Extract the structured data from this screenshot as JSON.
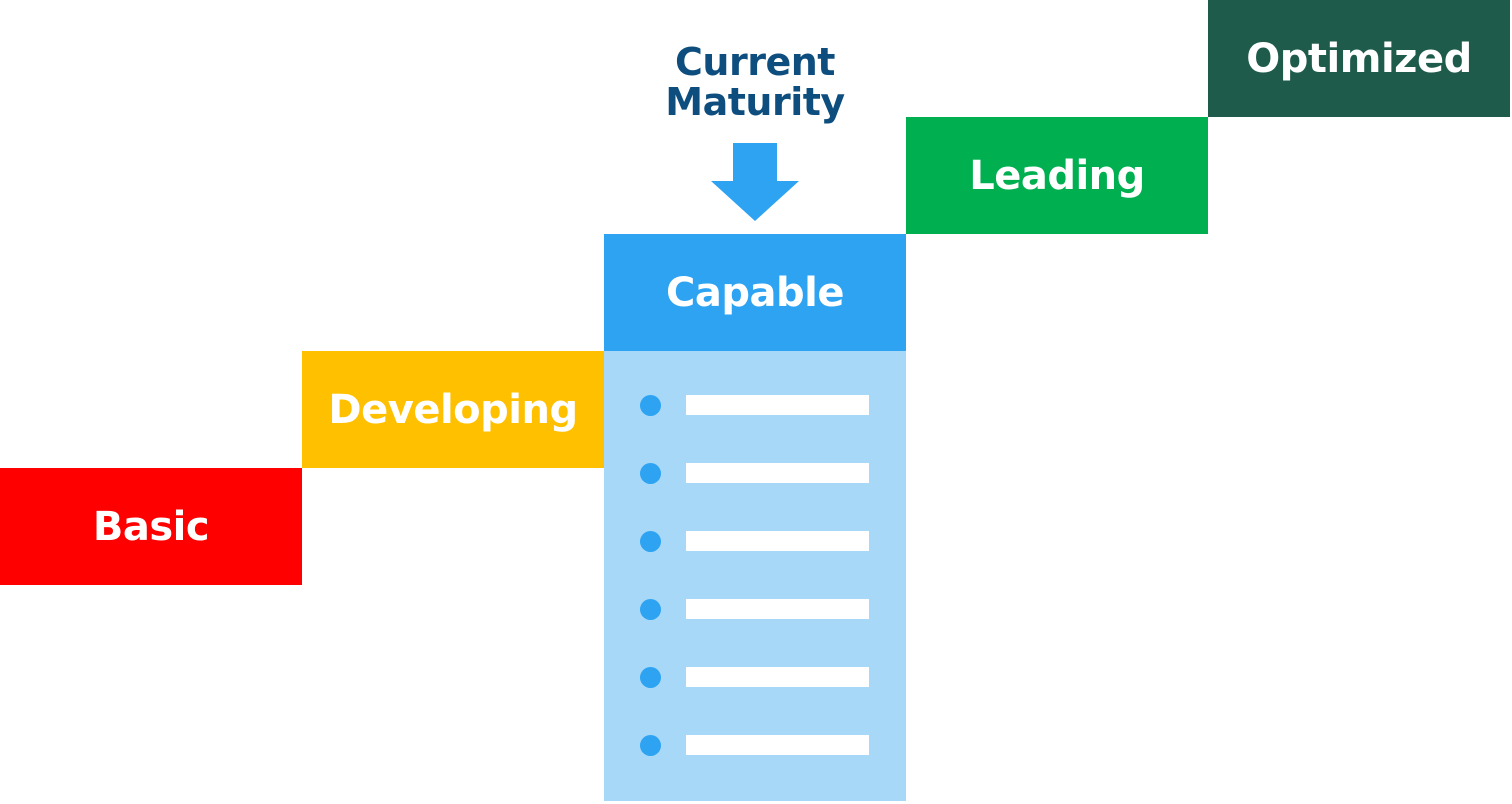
{
  "callout": {
    "line1": "Current",
    "line2": "Maturity",
    "color": "#0e4e7e",
    "arrow_icon": "down-arrow-icon",
    "arrow_color": "#2da3f2"
  },
  "stages": [
    {
      "label": "Basic",
      "color": "#ff0000"
    },
    {
      "label": "Developing",
      "color": "#ffc000"
    },
    {
      "label": "Capable",
      "color": "#2da3f2",
      "current": true
    },
    {
      "label": "Leading",
      "color": "#00b050"
    },
    {
      "label": "Optimized",
      "color": "#1e5b4b"
    }
  ],
  "current_stage_details": {
    "panel_color": "#a8d8f8",
    "bullet_color": "#2da3f2",
    "placeholder_items": 6
  }
}
